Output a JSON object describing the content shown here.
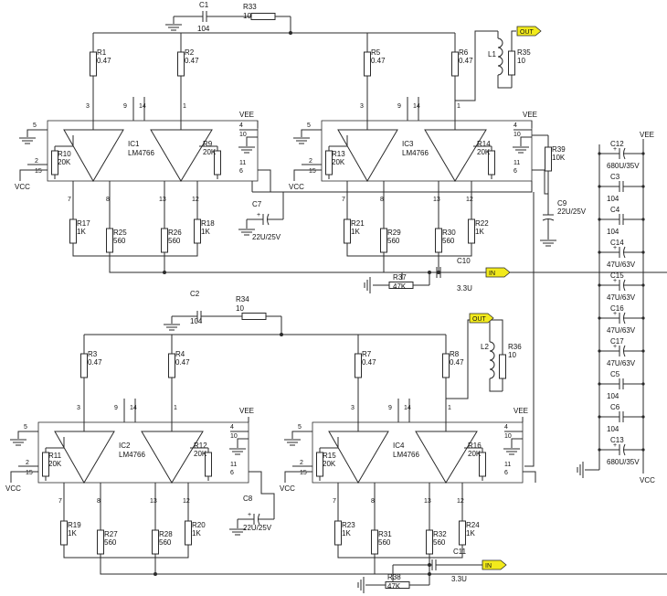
{
  "ics": [
    {
      "ref": "IC1",
      "part": "LM4766"
    },
    {
      "ref": "IC3",
      "part": "LM4766"
    },
    {
      "ref": "IC2",
      "part": "LM4766"
    },
    {
      "ref": "IC4",
      "part": "LM4766"
    }
  ],
  "resistors": [
    {
      "ref": "R1",
      "value": "0.47"
    },
    {
      "ref": "R2",
      "value": "0.47"
    },
    {
      "ref": "R5",
      "value": "0.47"
    },
    {
      "ref": "R6",
      "value": "0.47"
    },
    {
      "ref": "R33",
      "value": "10"
    },
    {
      "ref": "R35",
      "value": "10"
    },
    {
      "ref": "R10",
      "value": "20K"
    },
    {
      "ref": "R9",
      "value": "20K"
    },
    {
      "ref": "R13",
      "value": "20K"
    },
    {
      "ref": "R14",
      "value": "20K"
    },
    {
      "ref": "R39",
      "value": "10K"
    },
    {
      "ref": "R17",
      "value": "1K"
    },
    {
      "ref": "R25",
      "value": "560"
    },
    {
      "ref": "R26",
      "value": "560"
    },
    {
      "ref": "R18",
      "value": "1K"
    },
    {
      "ref": "R21",
      "value": "1K"
    },
    {
      "ref": "R29",
      "value": "560"
    },
    {
      "ref": "R30",
      "value": "560"
    },
    {
      "ref": "R22",
      "value": "1K"
    },
    {
      "ref": "R37",
      "value": "47K"
    },
    {
      "ref": "R34",
      "value": "10"
    },
    {
      "ref": "R3",
      "value": "0.47"
    },
    {
      "ref": "R4",
      "value": "0.47"
    },
    {
      "ref": "R7",
      "value": "0.47"
    },
    {
      "ref": "R8",
      "value": "0.47"
    },
    {
      "ref": "R36",
      "value": "10"
    },
    {
      "ref": "R11",
      "value": "20K"
    },
    {
      "ref": "R12",
      "value": "20K"
    },
    {
      "ref": "R15",
      "value": "20K"
    },
    {
      "ref": "R16",
      "value": "20K"
    },
    {
      "ref": "R19",
      "value": "1K"
    },
    {
      "ref": "R27",
      "value": "560"
    },
    {
      "ref": "R28",
      "value": "560"
    },
    {
      "ref": "R20",
      "value": "1K"
    },
    {
      "ref": "R23",
      "value": "1K"
    },
    {
      "ref": "R31",
      "value": "560"
    },
    {
      "ref": "R32",
      "value": "560"
    },
    {
      "ref": "R24",
      "value": "1K"
    },
    {
      "ref": "R38",
      "value": "47K"
    }
  ],
  "capacitors": [
    {
      "ref": "C1",
      "value": "104"
    },
    {
      "ref": "C7",
      "value": "22U/25V"
    },
    {
      "ref": "C9",
      "value": "22U/25V"
    },
    {
      "ref": "C10",
      "value": "3.3U"
    },
    {
      "ref": "C2",
      "value": "104"
    },
    {
      "ref": "C8",
      "value": "22U/25V"
    },
    {
      "ref": "C11",
      "value": "3.3U"
    }
  ],
  "inductors": [
    {
      "ref": "L1"
    },
    {
      "ref": "L2"
    }
  ],
  "supply_bank": [
    {
      "ref": "C12",
      "value": "680U/35V"
    },
    {
      "ref": "C3",
      "value": "104"
    },
    {
      "ref": "C4",
      "value": "104"
    },
    {
      "ref": "C14",
      "value": "47U/63V"
    },
    {
      "ref": "C15",
      "value": "47U/63V"
    },
    {
      "ref": "C16",
      "value": "47U/63V"
    },
    {
      "ref": "C17",
      "value": "47U/63V"
    },
    {
      "ref": "C5",
      "value": "104"
    },
    {
      "ref": "C6",
      "value": "104"
    },
    {
      "ref": "C13",
      "value": "680U/35V"
    }
  ],
  "ports": {
    "out": "OUT",
    "in": "IN"
  },
  "nets": {
    "vcc": "VCC",
    "vee": "VEE"
  },
  "pins": {
    "n1": "1",
    "n2": "2",
    "n3": "3",
    "n4": "4",
    "n5": "5",
    "n6": "6",
    "n7": "7",
    "n8": "8",
    "n9": "9",
    "n10": "10",
    "n11": "11",
    "n12": "12",
    "n13": "13",
    "n14": "14",
    "n15": "15"
  },
  "colors": {
    "wire": "#2a2a2a",
    "port_fill": "#f2ea1c",
    "background": "#ffffff"
  }
}
